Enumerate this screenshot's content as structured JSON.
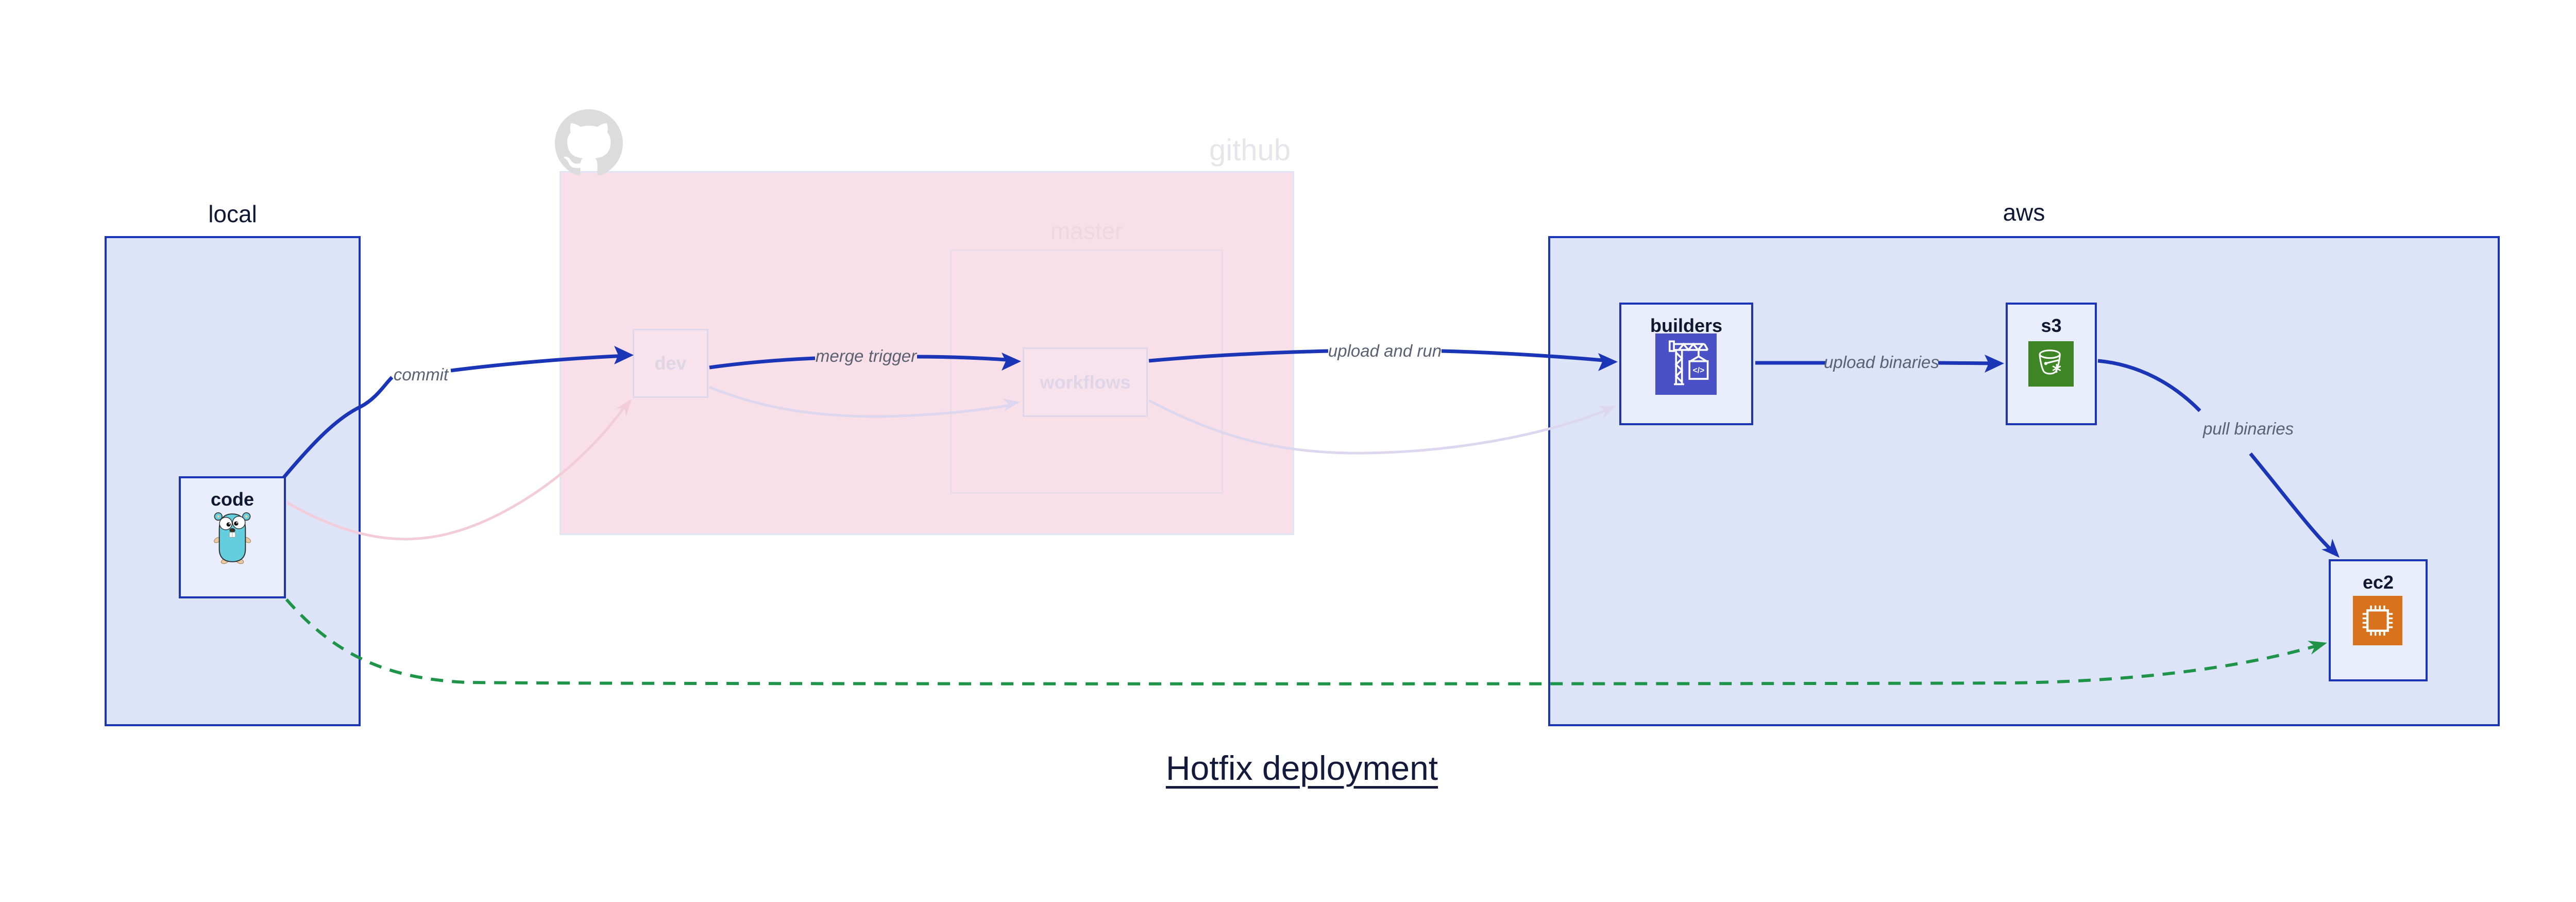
{
  "diagram": {
    "title": "Hotfix deployment",
    "groups": {
      "local": {
        "label": "local"
      },
      "github": {
        "label": "github",
        "branch_master": {
          "label": "master"
        }
      },
      "aws": {
        "label": "aws"
      }
    },
    "nodes": {
      "code": {
        "label": "code",
        "icon": "go-gopher-icon"
      },
      "dev": {
        "label": "dev"
      },
      "workflows": {
        "label": "workflows"
      },
      "builders": {
        "label": "builders",
        "icon": "codebuild-crane-icon"
      },
      "s3": {
        "label": "s3",
        "icon": "s3-bucket-icon"
      },
      "ec2": {
        "label": "ec2",
        "icon": "ec2-chip-icon"
      }
    },
    "edge_labels": {
      "commit": "commit",
      "merge_trigger": "merge trigger",
      "upload_and_run": "upload and run",
      "upload_binaries": "upload binaries",
      "pull_binaries": "pull binaries"
    },
    "edges": [
      {
        "from": "code",
        "to": "dev",
        "label": "commit",
        "style": "solid-blue"
      },
      {
        "from": "dev",
        "to": "workflows",
        "label": "merge trigger",
        "style": "solid-blue"
      },
      {
        "from": "workflows",
        "to": "builders",
        "label": "upload and run",
        "style": "solid-blue"
      },
      {
        "from": "builders",
        "to": "s3",
        "label": "upload binaries",
        "style": "solid-blue"
      },
      {
        "from": "s3",
        "to": "ec2",
        "label": "pull binaries",
        "style": "solid-blue"
      },
      {
        "from": "code",
        "to": "ec2",
        "label": "",
        "style": "dashed-green"
      },
      {
        "from": "code",
        "to": "dev",
        "label": "",
        "style": "faded-pink"
      },
      {
        "from": "dev",
        "to": "workflows",
        "label": "",
        "style": "faded-lavender"
      },
      {
        "from": "workflows",
        "to": "builders",
        "label": "",
        "style": "faded-lavender"
      }
    ],
    "colors": {
      "accent_blue": "#1a36b6",
      "container_fill": "#dde4f8",
      "node_fill": "#eaeefc",
      "github_fill": "#f9e0e8",
      "faded_lavender": "#dcd7ee",
      "faded_pink": "#f3ccd9",
      "green_dashed": "#1d9448",
      "codebuild_indigo": "#4a51c6",
      "s3_green": "#3e8526",
      "ec2_orange": "#d8721d",
      "edge_label_gray": "#5a6173",
      "text_navy": "#0e1733"
    }
  }
}
